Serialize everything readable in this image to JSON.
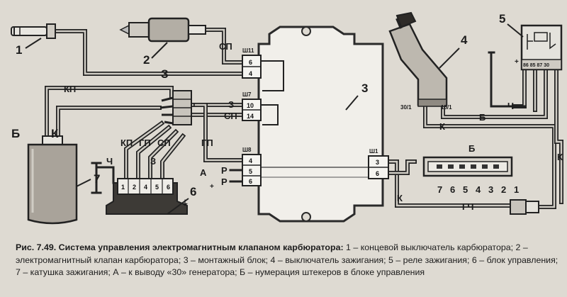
{
  "components": {
    "c1": "1",
    "c2": "2",
    "c3": "3",
    "c4": "4",
    "c5": "5",
    "c6": "6",
    "c7": "7"
  },
  "wires": {
    "sp": "СП",
    "z": "З",
    "kp": "КП",
    "gp": "ГП",
    "ch": "Ч",
    "b": "Б",
    "k": "К",
    "a": "А",
    "r": "Р",
    "gch": "ГЧ",
    "plus": "+"
  },
  "blocks": {
    "w11": "Ш11",
    "w7": "Ш7",
    "w8": "Ш8",
    "w1": "Ш1",
    "w11_pins": [
      "6",
      "4"
    ],
    "w7_pins": [
      "10",
      "14"
    ],
    "w8_pins": [
      "4",
      "5",
      "6"
    ],
    "w1_pins": [
      "3",
      "6"
    ]
  },
  "switch4": {
    "t1": "30/1",
    "t2": "15/1"
  },
  "relay5": {
    "pins": "86 85 87 30"
  },
  "unit6": {
    "pins": [
      "1",
      "2",
      "4",
      "5",
      "6"
    ]
  },
  "connectorB": {
    "label": "Б",
    "pins": [
      "7",
      "6",
      "5",
      "4",
      "3",
      "2",
      "1"
    ]
  },
  "caption": {
    "title": "Рис. 7.49. Система управления электромагнитным клапаном карбюратора:",
    "body": " 1 – концевой выключатель карбюратора; 2 – электромагнитный клапан карбюратора; 3 – монтажный блок; 4 – выключатель зажигания; 5 – реле зажигания; 6 – блок управления; 7 – катушка зажигания; А – к выводу «30» генератора; Б – нумерация штекеров в блоке управления"
  }
}
